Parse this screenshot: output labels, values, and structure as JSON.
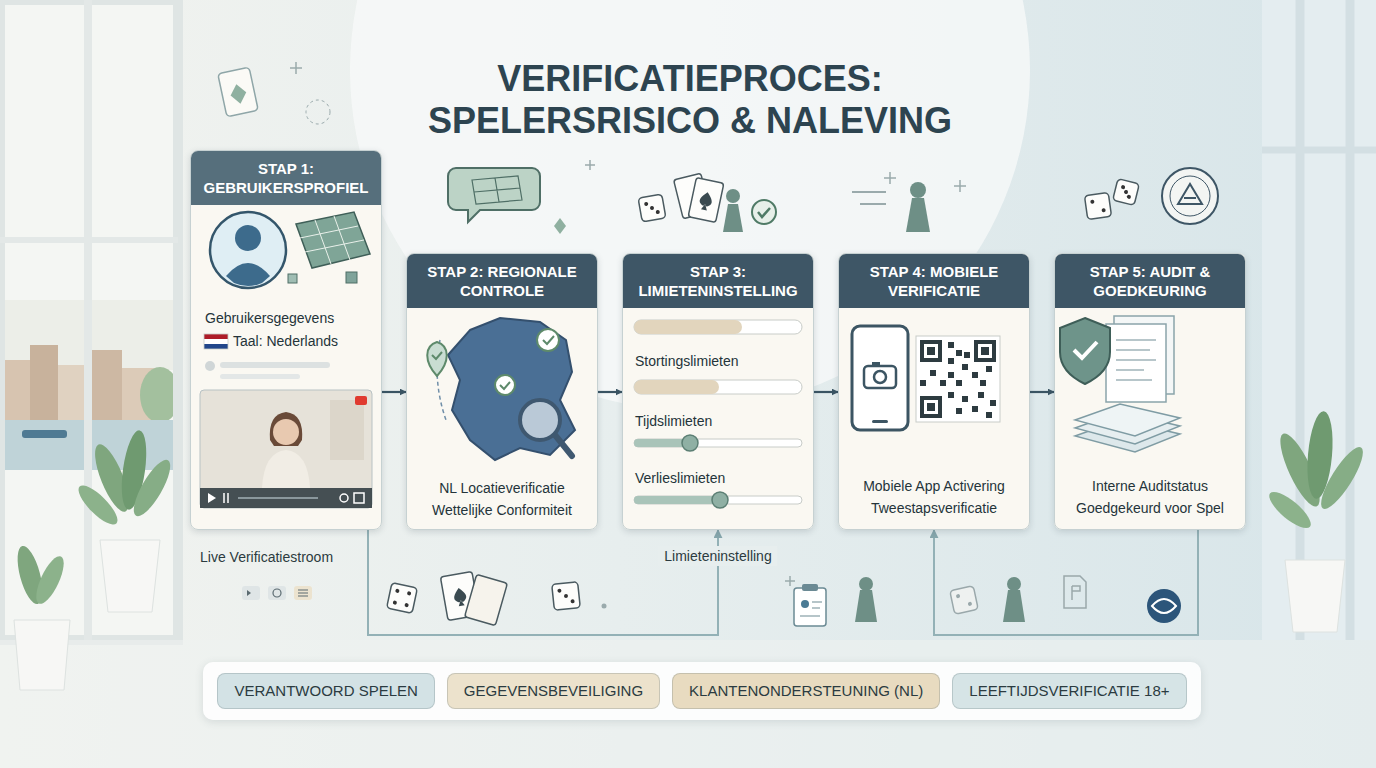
{
  "diagram": {
    "title": "VERIFICATIEPROCES: SPELERSRISICO & NALEVING",
    "nodes": [
      {
        "text": [
          "STAP 1: GEBRUIKERSPROFIEL",
          "Gebruikersgegevens",
          "Taal: Nederlands"
        ]
      },
      {
        "text": [
          "STAP 2: REGIONALE CONTROLE",
          "NL Locatieverificatie",
          "Wettelijke Conformiteit"
        ]
      },
      {
        "text": [
          "STAP 3: LIMIETENINSTELLING",
          "Stortingslimieten",
          "Tijdslimieten",
          "Verlieslimieten"
        ]
      },
      {
        "text": [
          "STAP 4: MOBIELE VERIFICATIE",
          "Mobiele App Activering",
          "Tweestapsverificatie"
        ]
      },
      {
        "text": [
          "STAP 5: AUDIT & GOEDKEURING",
          "Interne Auditstatus",
          "Goedgekeurd voor Spel"
        ]
      },
      {
        "text": [
          "VERANTWOORD SPELEN"
        ]
      },
      {
        "text": [
          "GEGEVENSBEVEILIGING"
        ]
      },
      {
        "text": [
          "KLANTENONDERSTEUNING (NL)"
        ]
      },
      {
        "text": [
          "LEEFTIJDSVERIFICATIE 18+"
        ]
      }
    ],
    "edges": [
      {
        "from": 0,
        "to": 1,
        "arrow": "to"
      },
      {
        "from": 1,
        "to": 2,
        "arrow": "to"
      },
      {
        "from": 2,
        "to": 3,
        "arrow": "to"
      },
      {
        "from": 3,
        "to": 4,
        "arrow": "to"
      },
      {
        "from": 0,
        "to": 2,
        "label": "Limieteninstelling",
        "arrow": "to"
      },
      {
        "from": 4,
        "to": 3,
        "arrow": "to"
      }
    ],
    "labels": [
      "Live Verificatiestroom"
    ]
  }
}
